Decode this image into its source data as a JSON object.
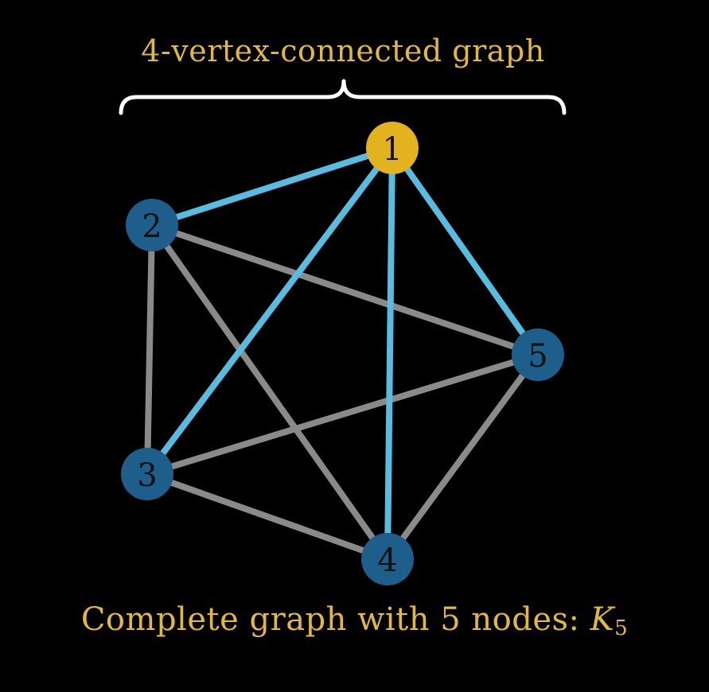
{
  "title": "4-vertex-connected graph",
  "caption": {
    "text": "Complete graph with 5 nodes:",
    "symbol": "K",
    "subscript": "5"
  },
  "colors": {
    "background": "#000000",
    "text_accent": "#E2B93B",
    "highlight_node": "#E2B21F",
    "node": "#1D5E8B",
    "highlight_edge": "#58BCE0",
    "edge": "#8A8A8A",
    "brace": "#FFFFFF"
  },
  "nodes": [
    {
      "id": "1",
      "label": "1",
      "highlighted": true
    },
    {
      "id": "2",
      "label": "2",
      "highlighted": false
    },
    {
      "id": "3",
      "label": "3",
      "highlighted": false
    },
    {
      "id": "4",
      "label": "4",
      "highlighted": false
    },
    {
      "id": "5",
      "label": "5",
      "highlighted": false
    }
  ],
  "edges": [
    {
      "from": "2",
      "to": "3",
      "highlighted": false
    },
    {
      "from": "2",
      "to": "4",
      "highlighted": false
    },
    {
      "from": "2",
      "to": "5",
      "highlighted": false
    },
    {
      "from": "3",
      "to": "4",
      "highlighted": false
    },
    {
      "from": "3",
      "to": "5",
      "highlighted": false
    },
    {
      "from": "4",
      "to": "5",
      "highlighted": false
    },
    {
      "from": "1",
      "to": "2",
      "highlighted": true
    },
    {
      "from": "1",
      "to": "3",
      "highlighted": true
    },
    {
      "from": "1",
      "to": "4",
      "highlighted": true
    },
    {
      "from": "1",
      "to": "5",
      "highlighted": true
    }
  ]
}
